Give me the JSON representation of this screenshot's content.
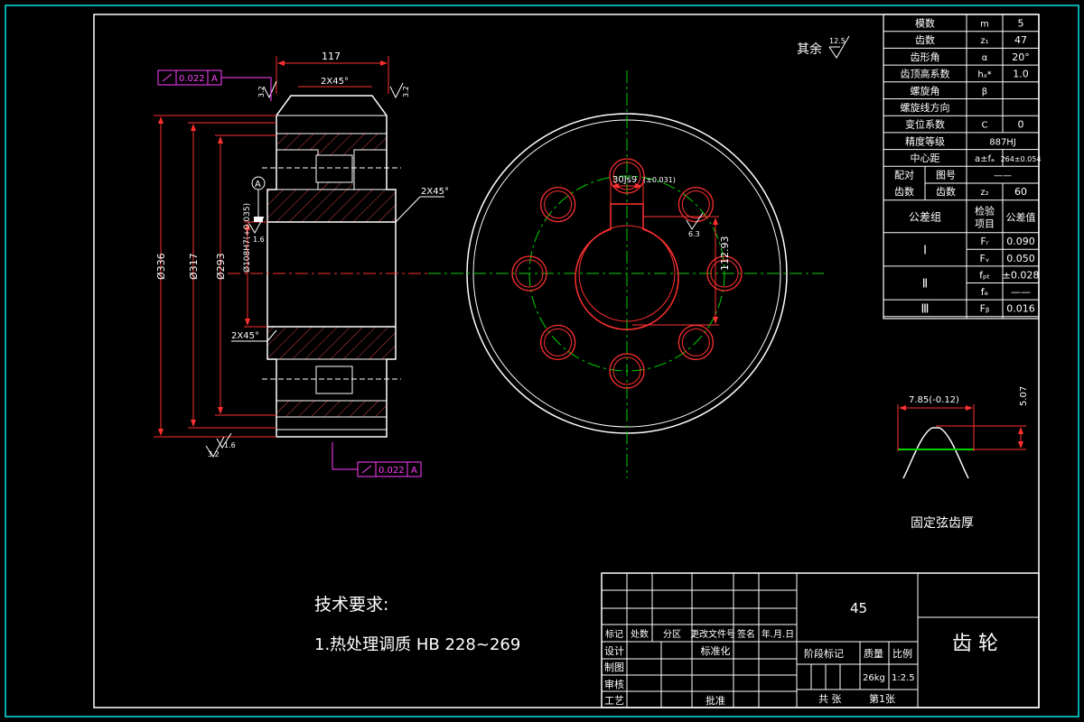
{
  "colors": {
    "background": "#000000",
    "outline": "#ffffff",
    "border": "#00e5e5",
    "dimension": "#ff3030",
    "centerline": "#00d000",
    "hatch": "#d04040",
    "leader": "#ff40ff",
    "text": "#ffffff"
  },
  "roughness_note": {
    "label": "其余",
    "value": "12.5"
  },
  "side_view": {
    "dim_width": "117",
    "chamfer_top": "2X45°",
    "chamfer_right": "2X45°",
    "chamfer_bottom": "2X45°",
    "dia_336": "Ø336",
    "dia_317": "Ø317",
    "dia_293": "Ø293",
    "dia_bore": "Ø108H7(+0.035)",
    "datum_label": "A",
    "rough_32_left": "3.2",
    "rough_32_right": "3.2",
    "rough_16_bore": "1.6",
    "rough_16_bottom": "1.6",
    "rough_32_bottom": "3.2",
    "tolerance_top": {
      "value": "0.022",
      "datum": "A"
    },
    "tolerance_bottom": {
      "value": "0.022",
      "datum": "A"
    }
  },
  "front_view": {
    "keyway_width": "30Js9",
    "keyway_tol": "(±0.031)",
    "keyway_depth": "112.93",
    "rough_63": "6.3"
  },
  "params_table": [
    {
      "name": "模数",
      "symbol": "m",
      "value": "5"
    },
    {
      "name": "齿数",
      "symbol": "z₁",
      "value": "47"
    },
    {
      "name": "齿形角",
      "symbol": "α",
      "value": "20°"
    },
    {
      "name": "齿顶高系数",
      "symbol": "hₐ*",
      "value": "1.0"
    },
    {
      "name": "螺旋角",
      "symbol": "β",
      "value": ""
    },
    {
      "name": "螺旋线方向",
      "symbol": "",
      "value": ""
    },
    {
      "name": "变位系数",
      "symbol": "C",
      "value": "0"
    },
    {
      "name": "精度等级",
      "symbol": "",
      "value": "887HJ"
    },
    {
      "name": "中心距",
      "symbol": "a±fₐ",
      "value": "264±0.054"
    }
  ],
  "mate": {
    "label1": "配对",
    "label2": "齿数",
    "col1": "图号",
    "col2": "齿数",
    "drawing_no": "——",
    "symbol": "z₂",
    "teeth": "60"
  },
  "tolerance_header": {
    "group": "公差组",
    "item": "检验项目",
    "value": "公差值"
  },
  "tolerance_groups": [
    {
      "group": "Ⅰ",
      "rows": [
        {
          "sym": "Fᵣ",
          "val": "0.090"
        },
        {
          "sym": "Fᵥ",
          "val": "0.050"
        }
      ]
    },
    {
      "group": "Ⅱ",
      "rows": [
        {
          "sym": "fₚₜ",
          "val": "±0.028"
        },
        {
          "sym": "fₑ",
          "val": "——"
        }
      ]
    },
    {
      "group": "Ⅲ",
      "rows": [
        {
          "sym": "Fᵦ",
          "val": "0.016"
        }
      ]
    }
  ],
  "chordal": {
    "dim_width": "7.85(-0.12)",
    "dim_height": "5.07",
    "caption": "固定弦齿厚"
  },
  "requirements": {
    "title": "技术要求:",
    "item1": "1.热处理调质 HB 228~269"
  },
  "title_block": {
    "material": "45",
    "part_name": "齿  轮",
    "headers": [
      "标记",
      "处数",
      "分区",
      "更改文件号",
      "签名",
      "年.月.日"
    ],
    "design": "设计",
    "standardize": "标准化",
    "drafting": "制图",
    "review": "审核",
    "process": "工艺",
    "approve": "批准",
    "stage_mark": "阶段标记",
    "weight_label": "质量",
    "scale_label": "比例",
    "weight": "26kg",
    "scale": "1:2.5",
    "sheets": "共  张",
    "sheet_no": "第1张"
  }
}
